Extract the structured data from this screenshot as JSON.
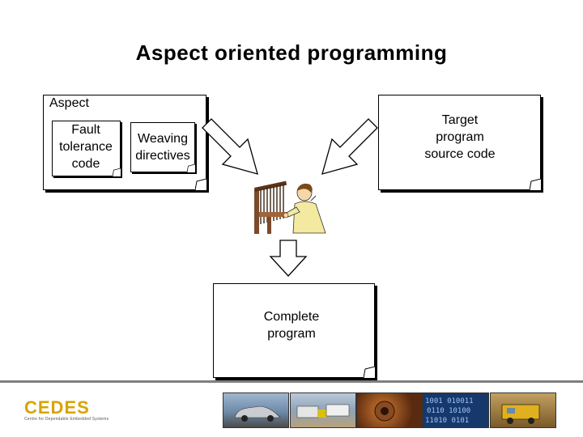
{
  "title": "Aspect oriented programming",
  "aspect": {
    "label": "Aspect",
    "fault_line1": "Fault",
    "fault_line2": "tolerance",
    "fault_line3": "code",
    "weaving_line1": "Weaving",
    "weaving_line2": "directives"
  },
  "target": {
    "line1": "Target",
    "line2": "program",
    "line3": "source code"
  },
  "result": {
    "line1": "Complete",
    "line2": "program"
  },
  "footer": {
    "logo_text": "CEDES",
    "logo_tagline": "Centre for Dependable Embedded Systems",
    "logo_color": "#d9a300",
    "thumbnails": [
      "car",
      "trucks",
      "engine-part",
      "binary-code",
      "locomotive"
    ]
  },
  "icons": {
    "weaver": "weaver-at-loom-icon",
    "arrow_left": "arrow-down-right-icon",
    "arrow_right": "arrow-down-left-icon",
    "arrow_down": "arrow-down-icon"
  }
}
